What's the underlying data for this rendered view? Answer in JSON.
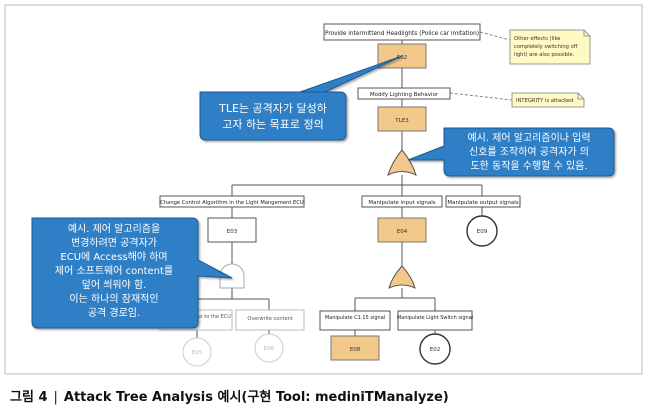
{
  "nodes": {
    "top_goal": "Provide intermittend Headlights (Police car imitation)",
    "e02": "E02",
    "modify": "Modify Lighting Behavior",
    "tle3": "TLE3",
    "change_ctrl": "Change Control Algorithm in the Light Mangement ECU",
    "manip_input": "Manipulate input signals",
    "manip_output": "Manipulate output signals",
    "e03": "E03",
    "e04": "E04",
    "e09": "E09",
    "get_write": "Get write access to the ECU",
    "overwrite": "Overwrite content",
    "manip_c1": "Manipulate C1.15 signal",
    "manip_ls": "Manipulate Light Switch signal",
    "e05": "E05",
    "e06": "E06",
    "e08": "E08",
    "e02b": "E02"
  },
  "notes": {
    "other_effects": [
      "Other effects (like",
      "completely switching off",
      "light) are also possible."
    ],
    "integrity": "INTEGRITY is attacked"
  },
  "callouts": {
    "tle": [
      "TLE는 공격자가 달성하",
      "고자 하는 목표로 정의"
    ],
    "example_input": [
      "예시. 제어 알고리즘이나 입력",
      "신호를 조작하여 공격자가 의",
      "도한 동작을 수행할 수 있음."
    ],
    "example_ecu": [
      "예시. 제어 알고리즘을",
      "변경하려면 공격자가",
      "ECU에 Access해야 하며",
      "제어 소프트웨어 content를",
      "덮어 씌워야 함.",
      "이는 하나의 잠재적인",
      "공격 경로임."
    ]
  },
  "caption": {
    "label": "그림 4",
    "separator": "|",
    "text": "Attack Tree Analysis 예시(구현 Tool: mediniTManalyze)"
  },
  "colors": {
    "goal_fill": "#f2c98a",
    "callout_fill": "#2f7fc6",
    "note_fill": "#fff9c4",
    "line": "#555555"
  }
}
